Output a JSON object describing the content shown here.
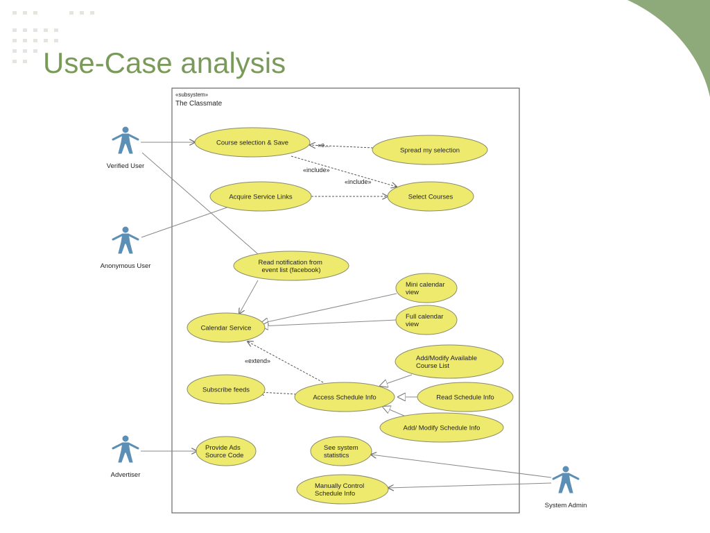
{
  "slide": {
    "title": "Use-Case analysis",
    "accent_color": "#8faa7a",
    "title_color": "#7a9a5a"
  },
  "diagram": {
    "stereotype": "«subsystem»",
    "system_name": "The Classmate",
    "usecase_fill": "#eeea6e",
    "usecase_stroke": "#8a8a6a",
    "actor_color": "#5c8fb5",
    "actors": {
      "verified": "Verified User",
      "anonymous": "Anonymous User",
      "advertiser": "Advertiser",
      "sysadmin": "System Admin"
    },
    "usecases": {
      "course_save": [
        "Course selection & Save"
      ],
      "spread": [
        "Spread my selection"
      ],
      "acquire": [
        "Acquire Service Links"
      ],
      "select_courses": [
        "Select Courses"
      ],
      "read_notif": [
        "Read notification from",
        "event list (facebook)"
      ],
      "mini_cal": [
        "Mini calendar",
        "view"
      ],
      "full_cal": [
        "Full calendar",
        "view"
      ],
      "calendar": [
        "Calendar Service"
      ],
      "add_modify_list": [
        "Add/Modify Available",
        "Course List"
      ],
      "subscribe": [
        "Subscribe feeds"
      ],
      "access_schedule": [
        "Access Schedule Info"
      ],
      "read_schedule": [
        "Read Schedule Info"
      ],
      "add_modify_schedule": [
        "Add/ Modify Schedule Info"
      ],
      "ads": [
        "Provide Ads",
        "Source Code"
      ],
      "stats": [
        "See system",
        "statistics"
      ],
      "manual": [
        "Manually Control",
        "Schedule Info"
      ]
    },
    "labels": {
      "include1": "«include»",
      "include2": "«include»",
      "extend_cut": "«e...",
      "extend": "«extend»"
    }
  }
}
